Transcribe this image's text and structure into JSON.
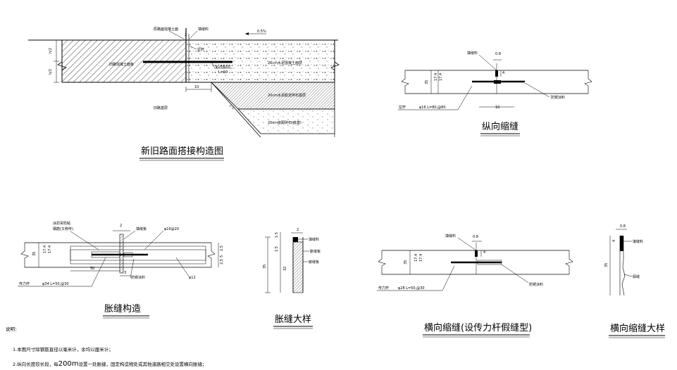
{
  "titles": {
    "joint": "新旧路面搭接构造图",
    "longitudinal": "纵向缩缝",
    "expansion": "胀缝构造",
    "expansion_detail": "胀缝大样",
    "transverse": "横向缩缝(设传力杆假缝型)",
    "transverse_detail": "横向缩缝大样"
  },
  "joint_labels": {
    "new_old": "原路面混凝土面",
    "sealant": "填缝料",
    "slope": "0.5%",
    "top_label": "2",
    "h2_a": "h/2",
    "h2_b": "h/2",
    "old_slab": "旧路混凝土面板",
    "new_slab": "26cm水泥混凝土面层",
    "bar": "φ16@60",
    "bar_len": "L=50",
    "w10": "10",
    "base1": "20cm水泥稳定碎石基层",
    "base2": "20cm级配碎石(底基)",
    "old_base": "旧路基层",
    "slope_ratio": "1:1",
    "tie": "拉杆"
  },
  "long_labels": {
    "sealant": "填缝料",
    "d08": "0.8",
    "d4": "4",
    "d35": "35",
    "d17a": "17.4",
    "d17b": "17.4",
    "rebar": "拉杆",
    "rebar_spec": "φ16 L=80,@80",
    "seal": "防锈涂料",
    "d10": "10"
  },
  "exp_labels": {
    "top1": "涂沥青防粘",
    "top2": "钢筋(又称传)",
    "d2": "2",
    "sealant": "填缝板",
    "bar": "φ16@20",
    "d35": "35",
    "d17a": "17.4",
    "d17b": "17.4",
    "d25a": "2.5",
    "d5": "5",
    "d25b": "2.5",
    "d50": "50",
    "d3": "3",
    "rebar": "传力杆",
    "rebar_spec": "φ34 L=50,@30",
    "cap": "防锈涂料",
    "d12": "φ12"
  },
  "expd_labels": {
    "d2": "2",
    "d15a": "1.5",
    "d15b": "1.5",
    "d32": "32",
    "d35": "35",
    "l1": "填缝料",
    "l2": "胀缝板",
    "l3": "嵌缝板"
  },
  "trans_labels": {
    "sealant": "填缝料",
    "d08": "0.8",
    "d4": "4",
    "d35": "35",
    "d17a": "17.4",
    "d17b": "17.4",
    "rebar": "传力杆",
    "rebar_spec": "φ28 L=50,@30",
    "seal": "防锈涂料"
  },
  "transd_labels": {
    "d08": "0.8",
    "d4": "4",
    "d35": "35",
    "l1": "填缝料",
    "l2": "假缝"
  },
  "notes": {
    "title": "说明：",
    "n1": "1.本图尺寸除钢筋直径以毫米计，余均以厘米计；",
    "n2_a": "2.纵向长度较长段，每",
    "n2_b": "200m",
    "n2_c": "设置一处胀缝，固定构造物处或其他道路相交处设置横向胀缝；"
  }
}
